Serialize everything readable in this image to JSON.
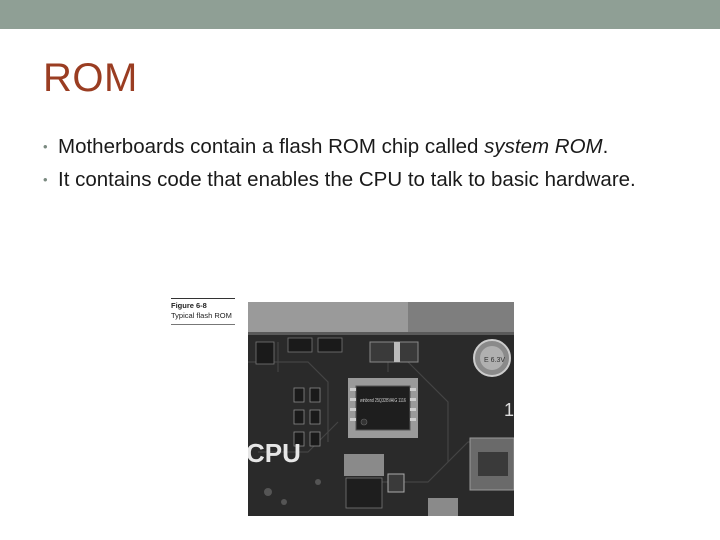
{
  "slide": {
    "title": "ROM",
    "bullets": [
      {
        "text": "Motherboards contain a flash ROM chip called ",
        "italic": "system ROM",
        "tail": "."
      },
      {
        "text": "It contains code that enables the CPU to talk to basic hardware.",
        "italic": "",
        "tail": ""
      }
    ]
  },
  "figure": {
    "label": "Figure 6-8",
    "caption": "Typical flash ROM",
    "photo_markings": {
      "chip_text": "winbond 25Q32BVAIG 1116",
      "board_text": "CPU",
      "cap_text": "E 6.3V"
    }
  },
  "colors": {
    "title": "#9a3d22",
    "top_band": "#8f9f95",
    "bullet_dot": "#7a8a80"
  }
}
